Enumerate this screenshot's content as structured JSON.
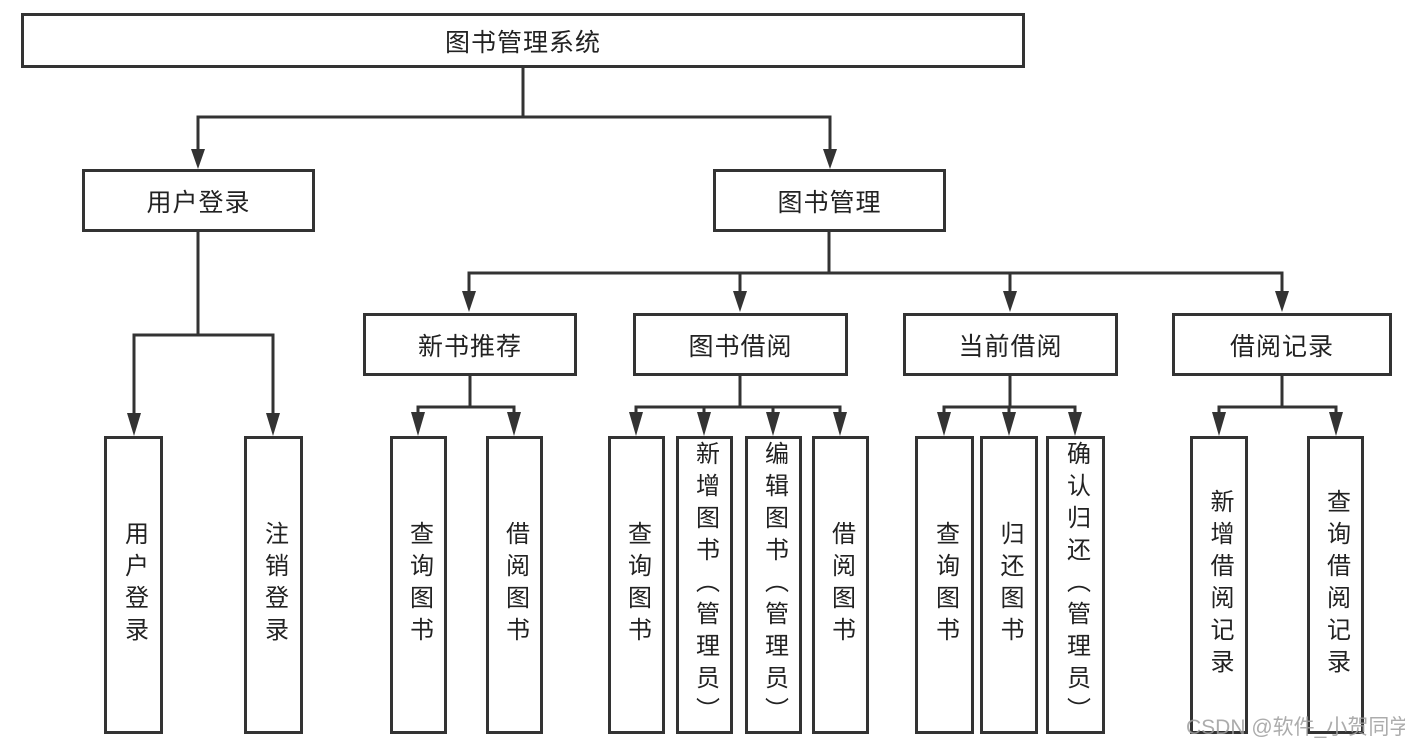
{
  "diagram": {
    "root": {
      "label": "图书管理系统"
    },
    "branches": [
      {
        "label": "用户登录",
        "children": [
          {
            "label": "用户登录"
          },
          {
            "label": "注销登录"
          }
        ]
      },
      {
        "label": "图书管理",
        "children": [
          {
            "label": "新书推荐",
            "children": [
              {
                "label": "查询图书"
              },
              {
                "label": "借阅图书"
              }
            ]
          },
          {
            "label": "图书借阅",
            "children": [
              {
                "label": "查询图书"
              },
              {
                "label": "新增图书（管理员）"
              },
              {
                "label": "编辑图书（管理员）"
              },
              {
                "label": "借阅图书"
              }
            ]
          },
          {
            "label": "当前借阅",
            "children": [
              {
                "label": "查询图书"
              },
              {
                "label": "归还图书"
              },
              {
                "label": "确认归还（管理员）"
              }
            ]
          },
          {
            "label": "借阅记录",
            "children": [
              {
                "label": "新增借阅记录"
              },
              {
                "label": "查询借阅记录"
              }
            ]
          }
        ]
      }
    ]
  },
  "watermark": {
    "text": "CSDN @软件_小贺同学"
  },
  "colors": {
    "line": "#333333",
    "box_border": "#333333",
    "text": "#222222",
    "background": "#ffffff",
    "watermark": "#9e9e9e"
  }
}
